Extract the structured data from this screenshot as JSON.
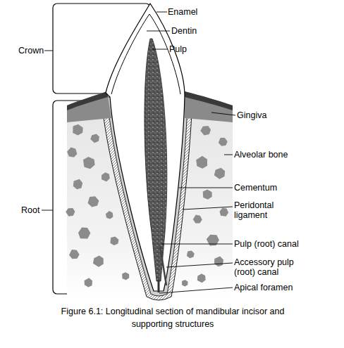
{
  "diagram": {
    "caption": "Figure 6.1: Longitudinal section of mandibular incisor and supporting structures",
    "labels": [
      "Enamel",
      "Crown",
      "Dentin",
      "Pulp",
      "Gingiva",
      "Alveolar bone",
      "Root",
      "Cementum",
      "Peridontal ligament",
      "Pulp (root) canal",
      "Accessory pulp (root) canal",
      "Apical foramen"
    ]
  }
}
